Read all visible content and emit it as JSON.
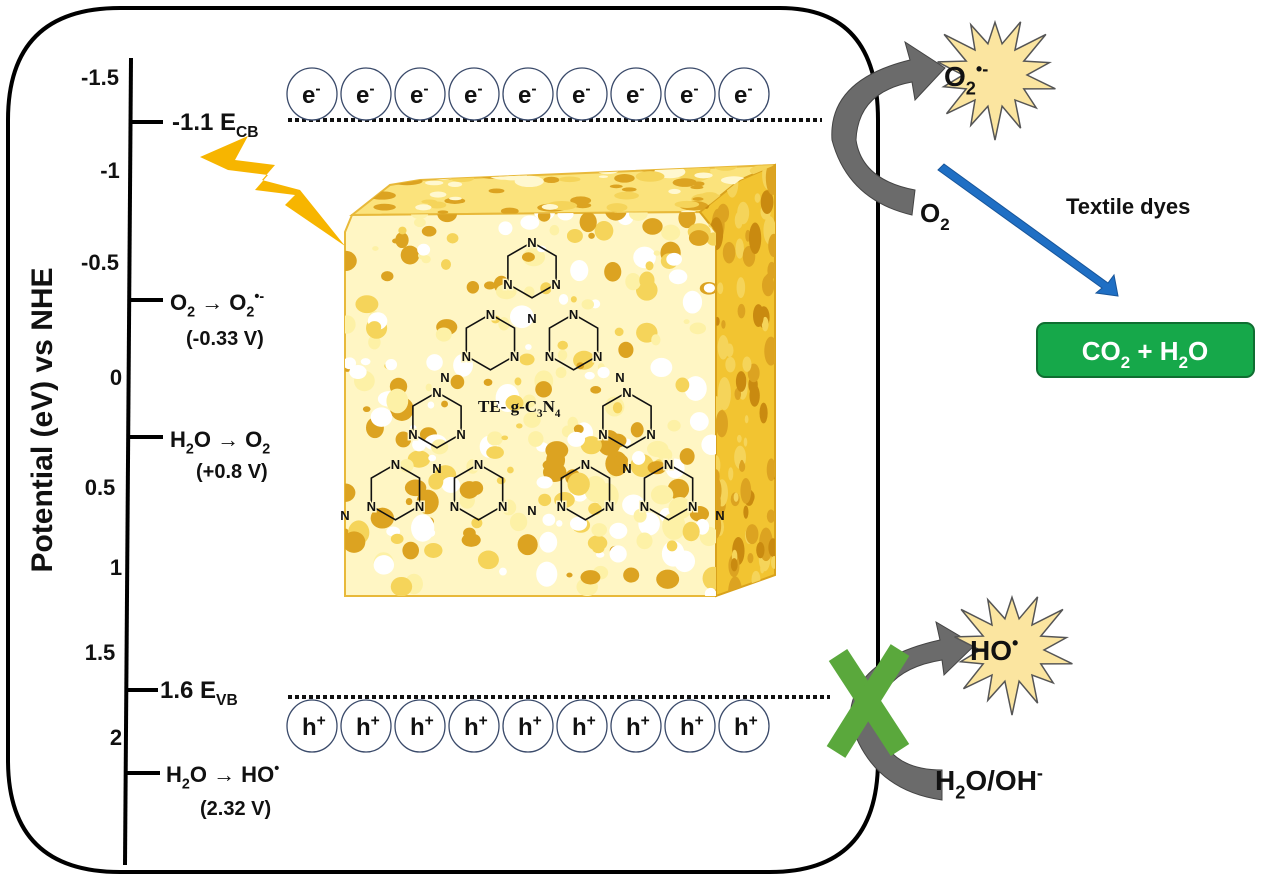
{
  "axis": {
    "label": "Potential (eV) vs NHE",
    "ticks": [
      "-1.5",
      "-1",
      "-0.5",
      "0",
      "0.5",
      "1",
      "1.5",
      "2"
    ]
  },
  "levels": {
    "cb": [
      {
        "t": "-1.1 E"
      },
      {
        "t": "CB",
        "s": "sub"
      }
    ],
    "vb": [
      {
        "t": "1.6 E"
      },
      {
        "t": "VB",
        "s": "sub"
      }
    ],
    "o2_reaction": [
      {
        "t": "O"
      },
      {
        "t": "2",
        "s": "sub"
      },
      {
        "t": " → O"
      },
      {
        "t": "2",
        "s": "sub"
      },
      {
        "t": "•-",
        "s": "sup"
      }
    ],
    "o2_potential": "(-0.33 V)",
    "h2o_o2_reaction": [
      {
        "t": "H"
      },
      {
        "t": "2",
        "s": "sub"
      },
      {
        "t": "O → O"
      },
      {
        "t": "2",
        "s": "sub"
      }
    ],
    "h2o_o2_potential": "(+0.8 V)",
    "h2o_ho_reaction": [
      {
        "t": "H"
      },
      {
        "t": "2",
        "s": "sub"
      },
      {
        "t": "O → HO"
      },
      {
        "t": "•",
        "s": "sup"
      }
    ],
    "h2o_ho_potential": "(2.32 V)"
  },
  "electron": [
    {
      "t": "e"
    },
    {
      "t": "-",
      "s": "sup"
    }
  ],
  "hole": [
    {
      "t": "h"
    },
    {
      "t": "+",
      "s": "sup"
    }
  ],
  "carrier_count": 9,
  "material": {
    "label": [
      {
        "t": "TE- g-C"
      },
      {
        "t": "3",
        "s": "sub"
      },
      {
        "t": "N"
      },
      {
        "t": "4",
        "s": "sub"
      }
    ],
    "atom": "N"
  },
  "products": {
    "superoxide": [
      {
        "t": "O"
      },
      {
        "t": "2",
        "s": "sub"
      },
      {
        "t": "•-",
        "s": "sup"
      }
    ],
    "oxygen": [
      {
        "t": "O"
      },
      {
        "t": "2",
        "s": "sub"
      }
    ],
    "hydroxyl": [
      {
        "t": "HO"
      },
      {
        "t": "•",
        "s": "sup"
      }
    ],
    "water": [
      {
        "t": "H"
      },
      {
        "t": "2",
        "s": "sub"
      },
      {
        "t": "O/OH"
      },
      {
        "t": "-",
        "s": "sup"
      }
    ],
    "dyes": "Textile dyes",
    "final": [
      {
        "t": "CO"
      },
      {
        "t": "2",
        "s": "sub"
      },
      {
        "t": " + H"
      },
      {
        "t": "2",
        "s": "sub"
      },
      {
        "t": "O"
      }
    ]
  },
  "colors": {
    "bolt": "#f7b500",
    "sponge_light": "#fdf1a6",
    "sponge_mid": "#f5d45a",
    "sponge_dark": "#dca321",
    "arrow_gray": "#6b6b6b",
    "arrow_blue": "#1f6fc4",
    "green_box": "#16a84a",
    "cross_green": "#5aa83c",
    "star_fill": "#fbe5a0"
  }
}
